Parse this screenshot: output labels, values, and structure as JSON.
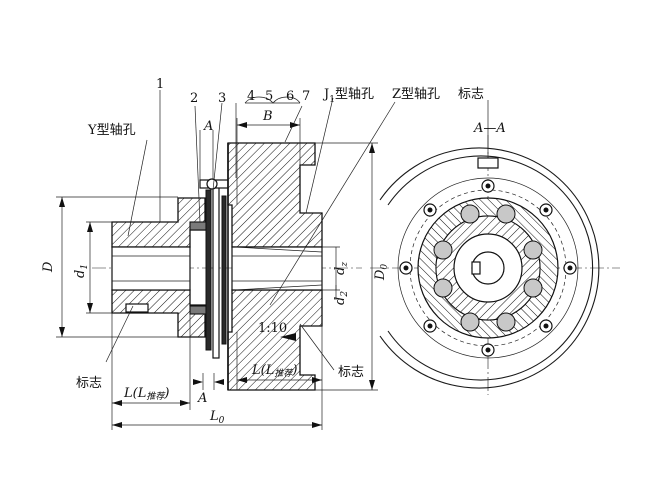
{
  "labels": {
    "y_bore": "Y型轴孔",
    "j1_prefix": "J",
    "j1_sub": "1",
    "j1_suffix": "型轴孔",
    "z_bore": "Z型轴孔",
    "mark_top": "标志",
    "mark_left": "标志",
    "mark_right": "标志",
    "section": "A—A",
    "taper": "1:10"
  },
  "parts": [
    "1",
    "2",
    "3",
    "4",
    "5",
    "6",
    "7"
  ],
  "dims": {
    "B": "B",
    "D": "D",
    "d1_main": "d",
    "d1_sub": "1",
    "dz_main": "d",
    "dz_sub": "z",
    "d2_main": "d",
    "d2_sub": "2",
    "D0_main": "D",
    "D0_sub": "0",
    "A_top": "A",
    "A_bottom": "A",
    "L_left_main": "L(L",
    "L_left_sub": "推荐",
    "L_left_close": ")",
    "L_right_main": "L(L",
    "L_right_sub": "推荐",
    "L_right_close": ")",
    "L0_main": "L",
    "L0_sub": "0"
  }
}
